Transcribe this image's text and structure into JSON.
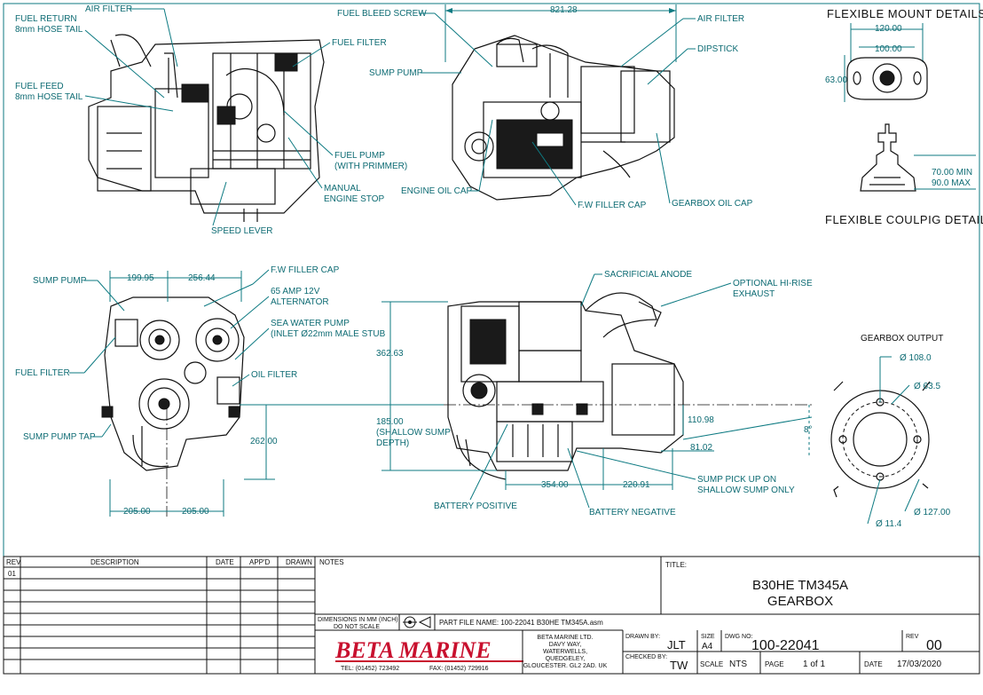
{
  "side_view_left": {
    "callouts": [
      "FUEL RETURN",
      "8mm HOSE TAIL",
      "AIR FILTER",
      "FUEL FILTER",
      "FUEL FEED",
      "8mm HOSE TAIL",
      "FUEL PUMP",
      "(WITH PRIMMER)",
      "MANUAL",
      "ENGINE STOP",
      "SPEED LEVER"
    ]
  },
  "top_view": {
    "width_dim": "821.28",
    "callouts": [
      "FUEL BLEED SCREW",
      "AIR FILTER",
      "DIPSTICK",
      "SUMP PUMP",
      "ENGINE OIL CAP",
      "F.W FILLER CAP",
      "GEARBOX OIL CAP"
    ]
  },
  "mount_details": {
    "title": "FLEXIBLE MOUNT DETAILS",
    "dim_outer": "120.00",
    "dim_inner": "100.00",
    "dim_height": "63.00",
    "dim_min": "70.00  MIN",
    "dim_max": "90.0  MAX",
    "coupling_title": "FLEXIBLE COULPIG DETAILS"
  },
  "front_view": {
    "dim_left": "199.95",
    "dim_right": "256.44",
    "dim_base_left": "205.00",
    "dim_base_right": "205.00",
    "dim_height": "262.00",
    "callouts": [
      "SUMP PUMP",
      "F.W FILLER CAP",
      "65 AMP 12V",
      "ALTERNATOR",
      "SEA WATER PUMP",
      "(INLET Ø22mm MALE STUB",
      "FUEL FILTER",
      "OIL FILTER",
      "SUMP PUMP TAP"
    ]
  },
  "side_view_right": {
    "dim_362": "362.63",
    "dim_185": "185.00",
    "dim_185_note1": "(SHALLOW SUMP",
    "dim_185_note2": "DEPTH)",
    "dim_110": "110.98",
    "dim_81": "81.02",
    "dim_8deg": "8°",
    "dim_354": "354.00",
    "dim_220": "220.91",
    "callouts": [
      "SACRIFICIAL ANODE",
      "OPTIONAL HI-RISE",
      "EXHAUST",
      "SUMP PICK UP ON",
      "SHALLOW SUMP ONLY",
      "BATTERY POSITIVE",
      "BATTERY NEGATIVE"
    ]
  },
  "gearbox_output": {
    "title": "GEARBOX OUTPUT",
    "d108": "Ø 108.0",
    "d63": "Ø 63.5",
    "d127": "Ø 127.00",
    "d11": "Ø 11.4"
  },
  "title_block": {
    "rev_header": "REV",
    "desc_header": "DESCRIPTION",
    "date_header": "DATE",
    "appd_header": "APP'D",
    "drawn_header": "DRAWN",
    "notes_header": "NOTES",
    "rev_row1": "01",
    "title_label": "TITLE:",
    "title_line1": "B30HE TM345A",
    "title_line2": "GEARBOX",
    "dimensions_note1": "DIMENSIONS IN MM (INCH)",
    "dimensions_note2": "DO NOT SCALE",
    "part_file": "PART FILE NAME: 100-22041 B30HE TM345A.asm",
    "brand": "BETA MARINE",
    "tel": "TEL: (01452) 723492",
    "fax": "FAX: (01452) 729916",
    "address1": "BETA MARINE LTD.",
    "address2": "DAVY WAY,",
    "address3": "WATERWELLS,",
    "address4": "QUEDGELEY,",
    "address5": "GLOUCESTER. GL2 2AD. UK",
    "drawn_by_label": "DRAWN BY:",
    "drawn_by": "JLT",
    "size_label": "SIZE",
    "size": "A4",
    "dwg_label": "DWG NO:",
    "dwg_no": "100-22041",
    "rev_label": "REV",
    "rev_value": "00",
    "checked_label": "CHECKED BY:",
    "checked_by": "TW",
    "scale_label": "SCALE",
    "scale": "NTS",
    "page_label": "PAGE",
    "page": "1 of 1",
    "date_label": "DATE",
    "date": "17/03/2020"
  }
}
